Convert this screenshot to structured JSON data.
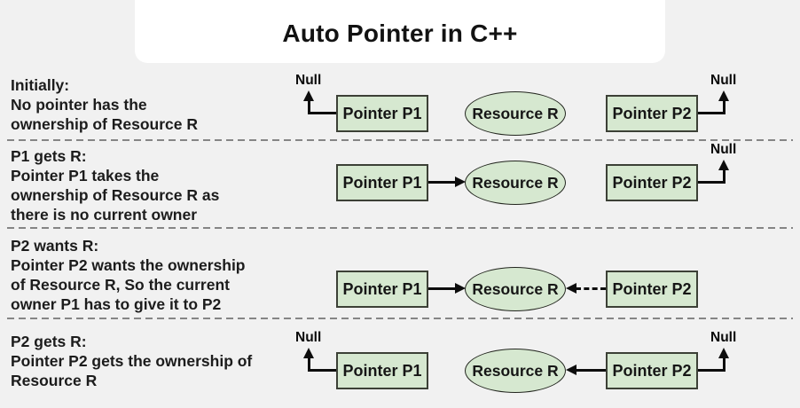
{
  "title": "Auto Pointer in C++",
  "labels": {
    "pointer_p1": "Pointer P1",
    "pointer_p2": "Pointer P2",
    "resource": "Resource R",
    "null_label": "Null"
  },
  "colors": {
    "background": "#f1f1f1",
    "shape_fill": "#d6e8d0",
    "shape_border": "#3c4036",
    "text": "#1c1c1c",
    "separator": "#858585",
    "title_card": "#ffffff"
  },
  "rows": [
    {
      "name": "initially",
      "lines": [
        "Initially:",
        "No pointer has the",
        "ownership of Resource R"
      ]
    },
    {
      "name": "p1-gets-r",
      "lines": [
        "P1 gets R:",
        "Pointer P1 takes the",
        "ownership of Resource R as",
        "there is no current owner"
      ]
    },
    {
      "name": "p2-wants-r",
      "lines": [
        "P2 wants R:",
        "Pointer P2 wants the ownership",
        "of Resource R, So the current",
        "owner P1 has to give it to P2"
      ]
    },
    {
      "name": "p2-gets-r",
      "lines": [
        "P2 gets R:",
        "Pointer P2 gets the ownership of",
        "Resource R"
      ]
    }
  ]
}
